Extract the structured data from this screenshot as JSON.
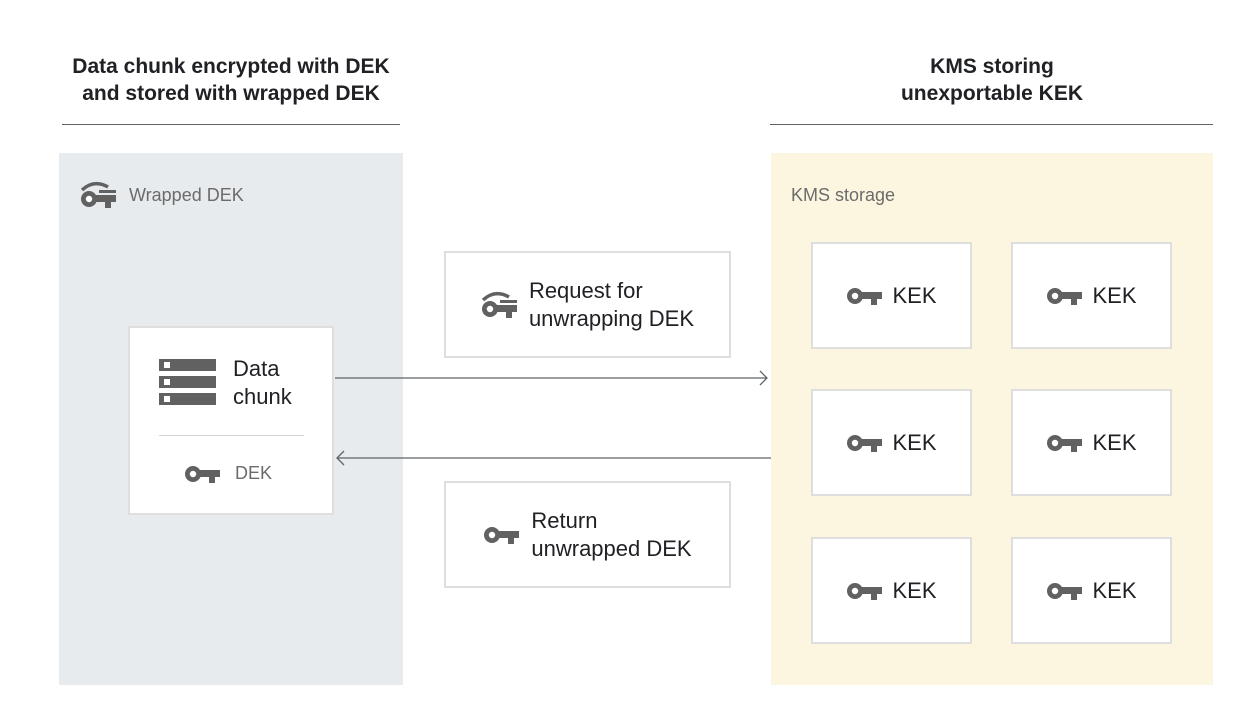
{
  "left_heading": {
    "line1": "Data chunk encrypted with DEK",
    "line2": "and stored with wrapped DEK"
  },
  "right_heading": {
    "line1": "KMS storing",
    "line2": "unexportable KEK"
  },
  "left_panel": {
    "label": "Wrapped DEK",
    "icon": "wrapped-key-icon"
  },
  "data_card": {
    "title_line1": "Data",
    "title_line2": "chunk",
    "icon": "storage-icon",
    "key_label": "DEK"
  },
  "request_box": {
    "line1": "Request for",
    "line2": "unwrapping DEK",
    "icon": "wrapped-key-icon"
  },
  "return_box": {
    "line1": "Return",
    "line2": "unwrapped DEK",
    "icon": "key-icon"
  },
  "right_panel": {
    "label": "KMS storage",
    "keys": [
      "KEK",
      "KEK",
      "KEK",
      "KEK",
      "KEK",
      "KEK"
    ]
  },
  "colors": {
    "left_panel_bg": "#e8ebee",
    "right_panel_bg": "#fcf6e0",
    "icon": "#616161"
  }
}
